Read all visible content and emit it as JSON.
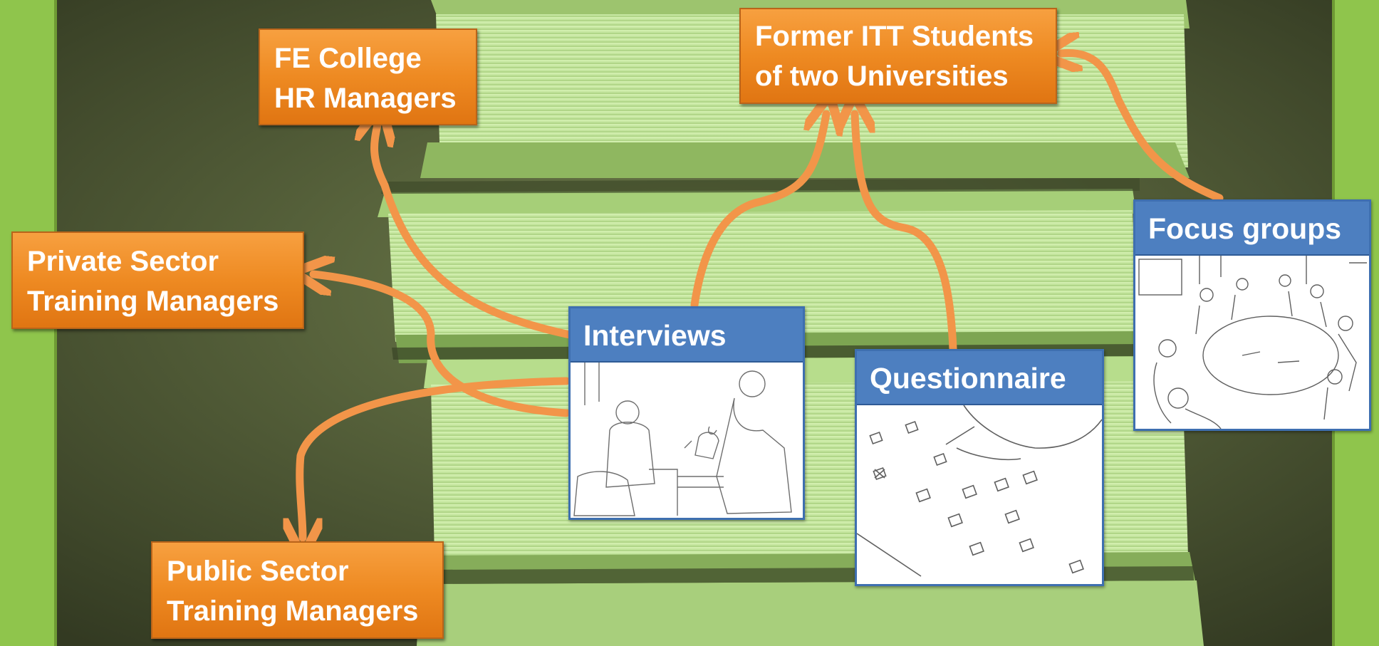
{
  "targets": {
    "fe_college": [
      "FE College",
      "HR Managers"
    ],
    "former_itt": [
      "Former ITT Students",
      "of two Universities"
    ],
    "private_sector": [
      "Private Sector",
      "Training Managers"
    ],
    "public_sector": [
      "Public Sector",
      "Training Managers"
    ]
  },
  "methods": {
    "interviews": "Interviews",
    "questionnaire": "Questionnaire",
    "focus_groups": "Focus groups"
  },
  "colors": {
    "target_box": "#ee8a22",
    "method_header": "#4d7fc0",
    "arrow": "#f29549",
    "side_band": "#8bc34a",
    "books": "#c6eb96"
  }
}
